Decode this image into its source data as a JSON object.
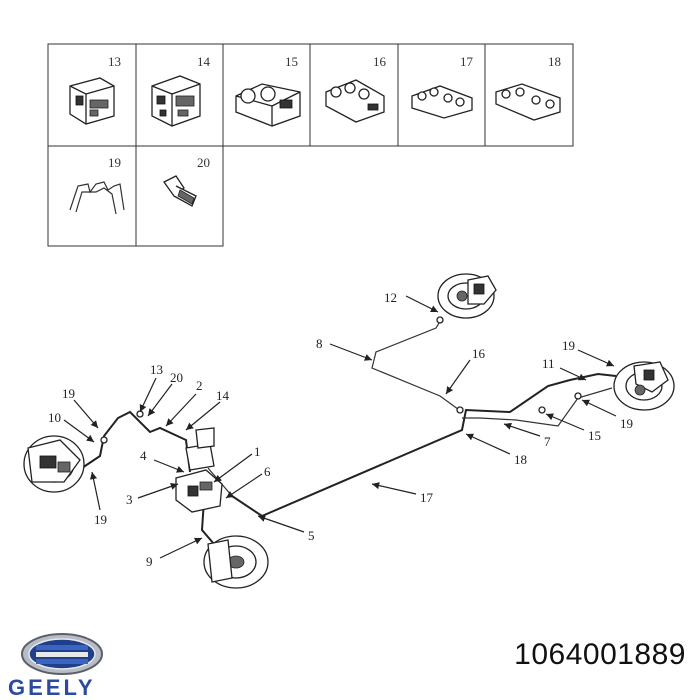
{
  "parts_table": {
    "cells": [
      {
        "number": "13"
      },
      {
        "number": "14"
      },
      {
        "number": "15"
      },
      {
        "number": "16"
      },
      {
        "number": "17"
      },
      {
        "number": "18"
      },
      {
        "number": "19"
      },
      {
        "number": "20"
      }
    ]
  },
  "callouts": [
    "12",
    "8",
    "16",
    "19",
    "11",
    "19",
    "7",
    "15",
    "18",
    "17",
    "13",
    "20",
    "2",
    "14",
    "19",
    "10",
    "1",
    "4",
    "6",
    "3",
    "5",
    "9",
    "19"
  ],
  "part_number": "1064001889",
  "brand": {
    "name": "GEELY"
  },
  "colors": {
    "line": "#222222",
    "brand_blue": "#2b4aa0",
    "logo_silver": "#b8bcc4"
  }
}
